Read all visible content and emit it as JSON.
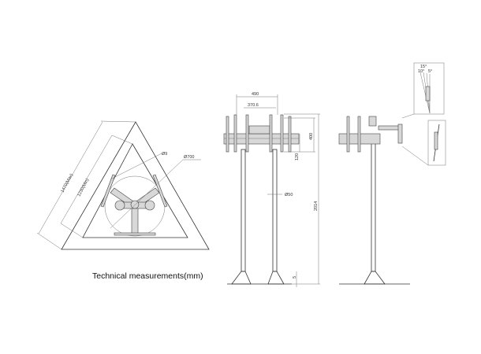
{
  "caption": "Technical measurements(mm)",
  "top_view": {
    "max_length": "1470(Max)",
    "min_length": "1230(Min)",
    "hole_diameter": "Ø9",
    "circle_diameter": "Ø700"
  },
  "front_view": {
    "outer_width": "490",
    "inner_width": "370.6",
    "bracket_height": "400",
    "offset": "120",
    "pole_diameter": "Ø50",
    "total_height": "2014",
    "base_gap": "5"
  },
  "side_view": {
    "tilt_angles": [
      "15°",
      "10°",
      "5°"
    ]
  }
}
